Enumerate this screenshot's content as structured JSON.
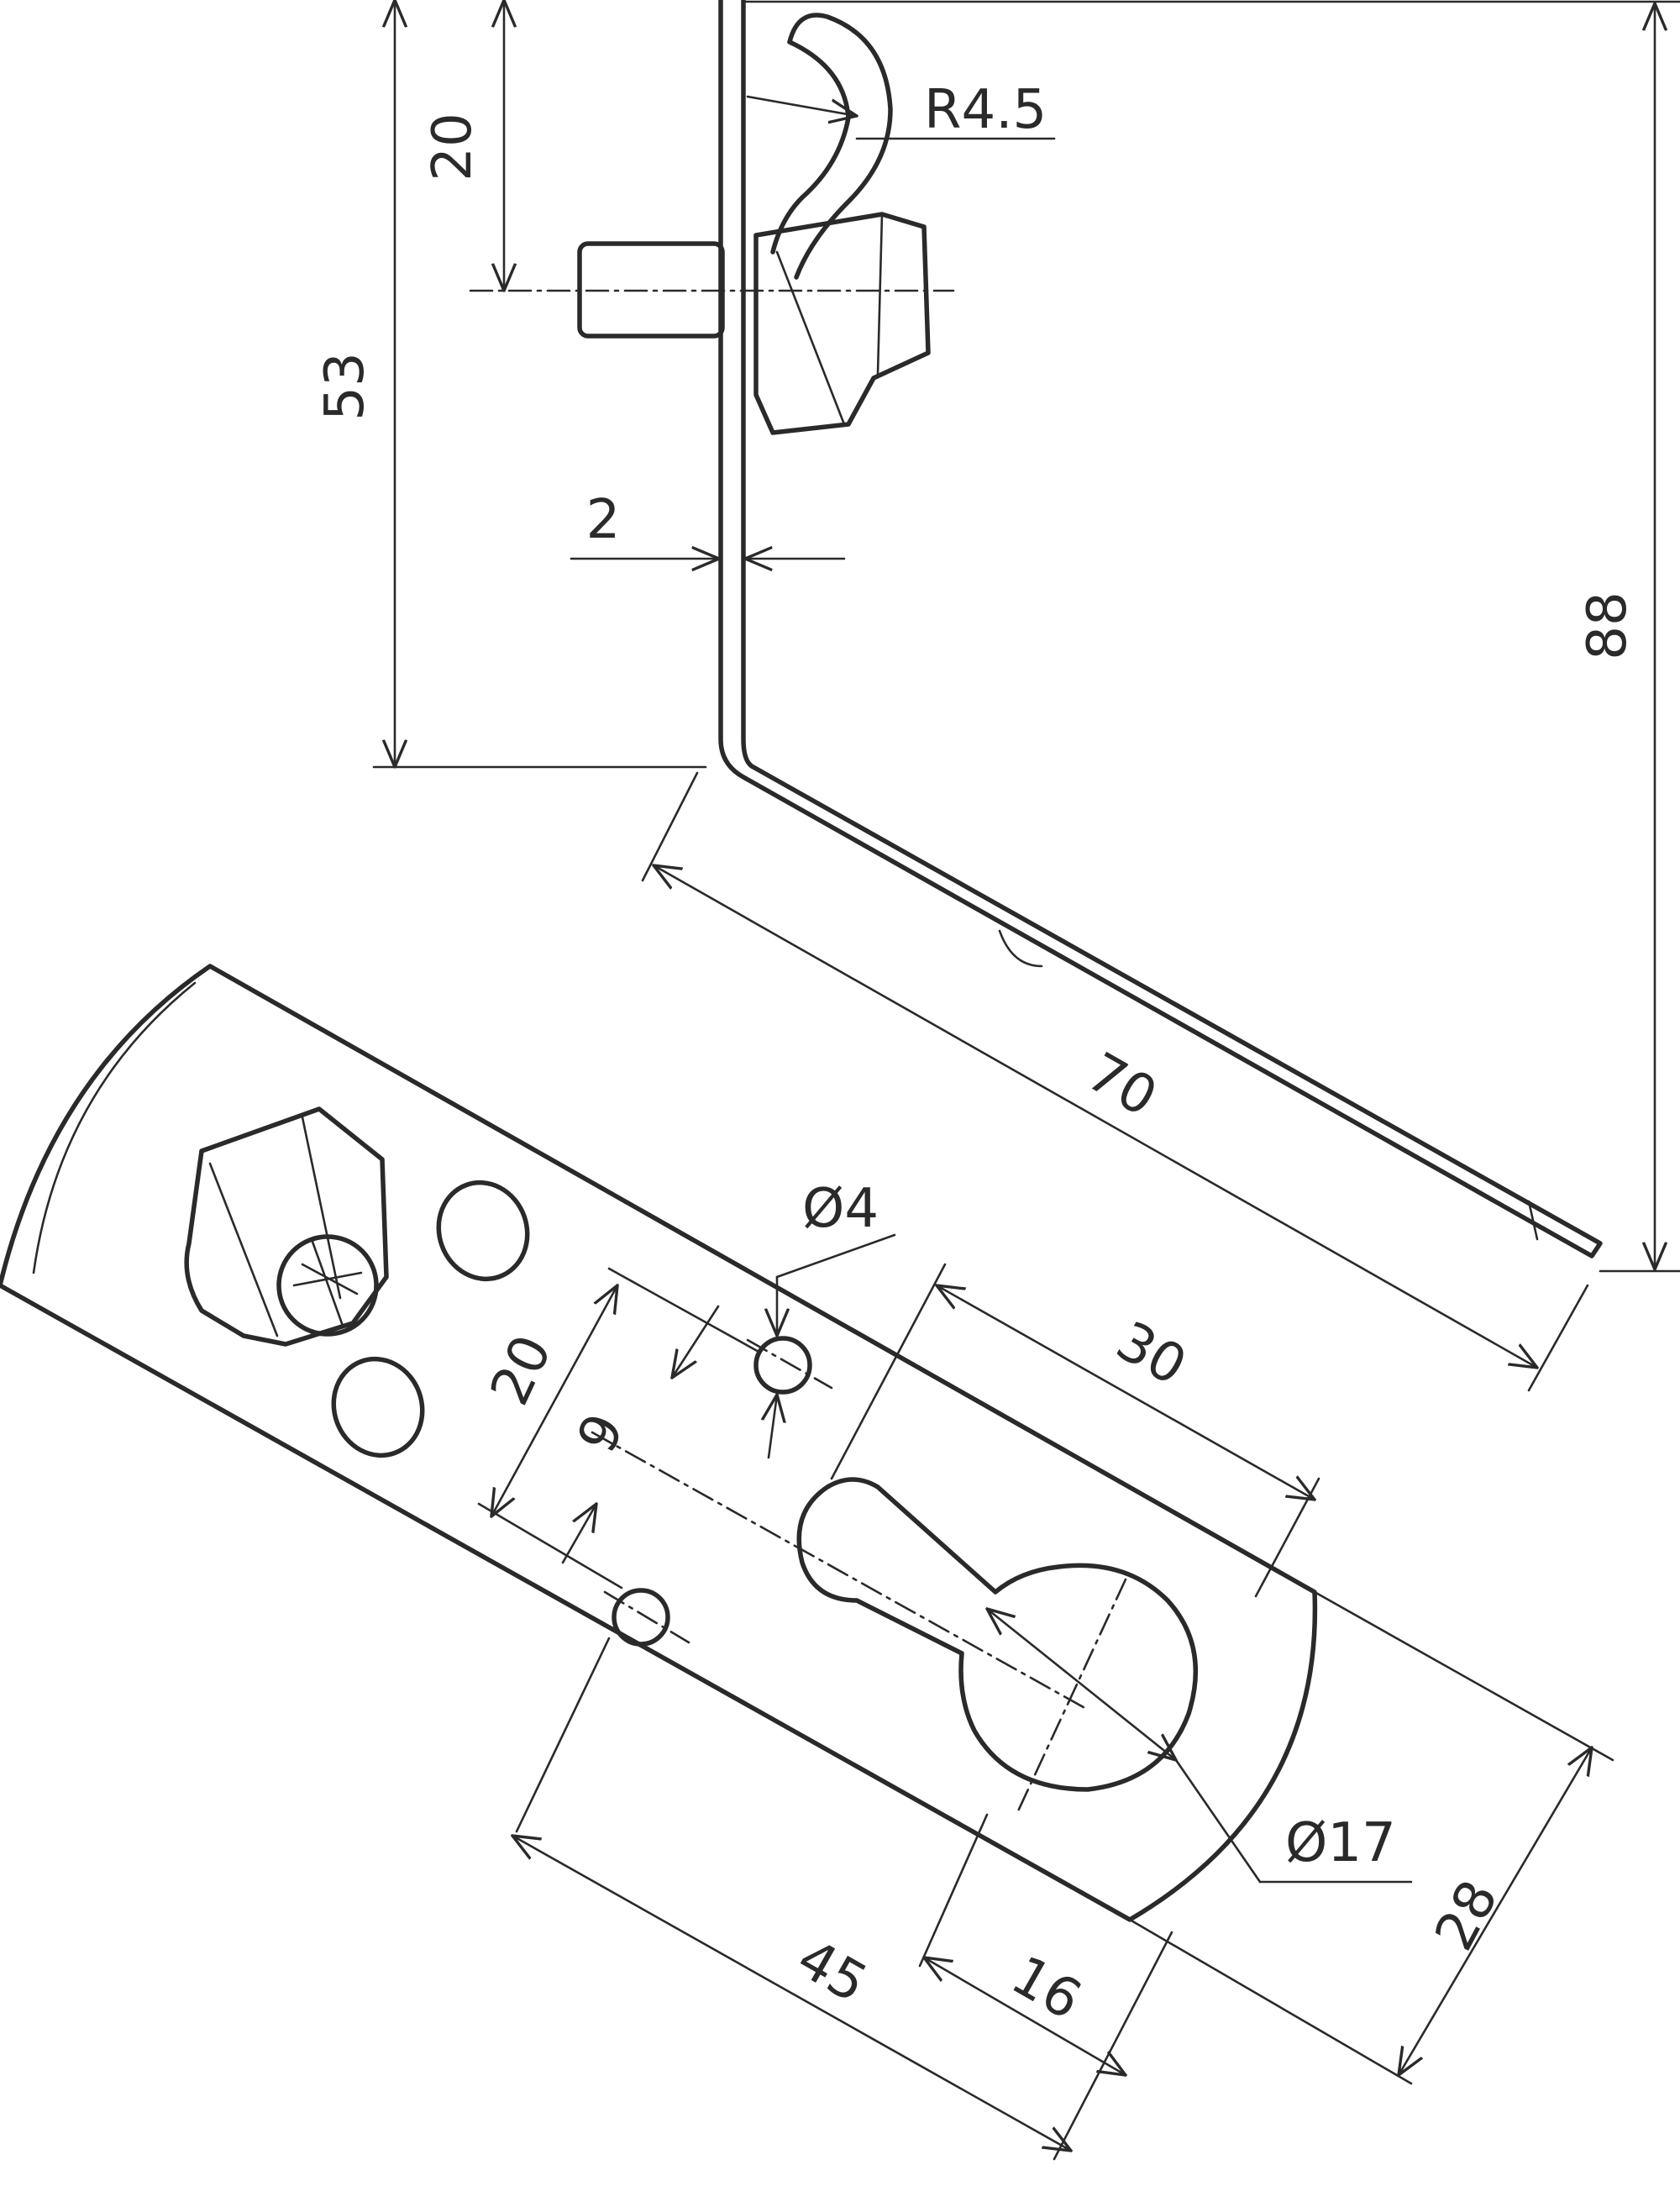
{
  "drawing": {
    "side_view": {
      "radius_label": "R4.5",
      "height_to_bolt": "20",
      "height_to_bend": "53",
      "thickness": "2",
      "total_height": "88",
      "leg_length": "70"
    },
    "plan_view": {
      "small_hole_diameter": "Ø4",
      "spacing_20": "20",
      "spacing_9": "9",
      "slot_length": "30",
      "large_hole_diameter": "Ø17",
      "width": "28",
      "length_45": "45",
      "distance_16": "16"
    }
  }
}
